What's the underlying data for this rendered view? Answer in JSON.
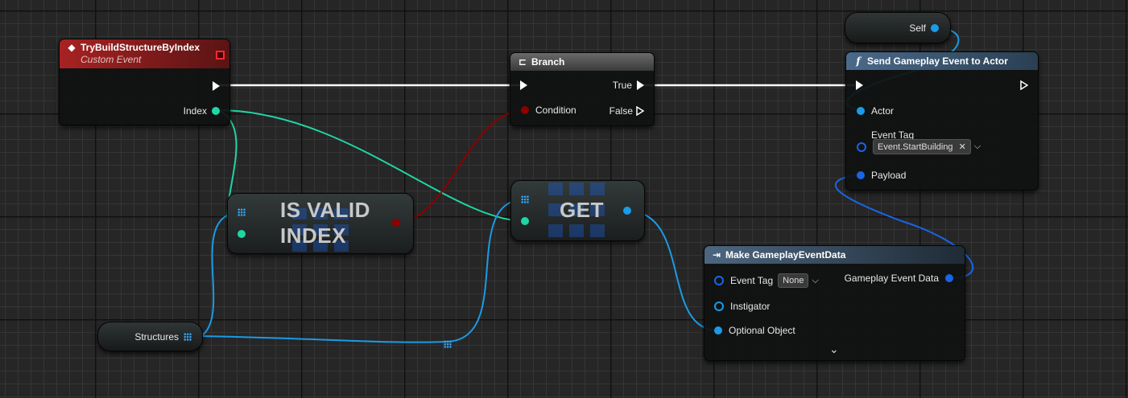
{
  "colors": {
    "exec": "#ffffff",
    "int": "#1fd6a4",
    "bool": "#8c0000",
    "object": "#1a9be6",
    "struct": "#1a64e6",
    "event_header": "#8b1a1a",
    "func_header": "#3c5a78"
  },
  "custom_event": {
    "title": "TryBuildStructureByIndex",
    "subtitle": "Custom Event",
    "out_index": "Index"
  },
  "branch": {
    "title": "Branch",
    "in_condition": "Condition",
    "out_true": "True",
    "out_false": "False"
  },
  "is_valid": {
    "line1": "IS VALID",
    "line2": "INDEX"
  },
  "get": {
    "label": "GET"
  },
  "self_node": {
    "label": "Self"
  },
  "send_event": {
    "title": "Send Gameplay Event to Actor",
    "pin_actor": "Actor",
    "pin_event_tag": "Event Tag",
    "event_tag_value": "Event.StartBuilding",
    "pin_payload": "Payload"
  },
  "make_data": {
    "title": "Make GameplayEventData",
    "pin_event_tag": "Event Tag",
    "event_tag_value": "None",
    "pin_instigator": "Instigator",
    "pin_optional_object": "Optional Object",
    "out_data": "Gameplay Event Data"
  },
  "structures": {
    "label": "Structures"
  }
}
